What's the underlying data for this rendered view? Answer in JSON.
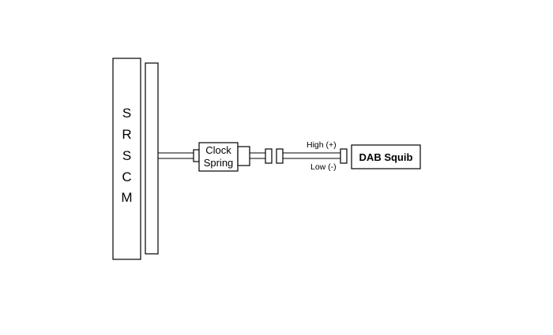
{
  "module": {
    "letters": [
      "S",
      "R",
      "S",
      "C",
      "M"
    ]
  },
  "clock_spring": {
    "line1": "Clock",
    "line2": "Spring"
  },
  "wires": {
    "high_label": "High (+)",
    "low_label": "Low (-)"
  },
  "squib": {
    "label": "DAB Squib"
  },
  "colors": {
    "stroke": "#000000",
    "fill": "#ffffff"
  }
}
